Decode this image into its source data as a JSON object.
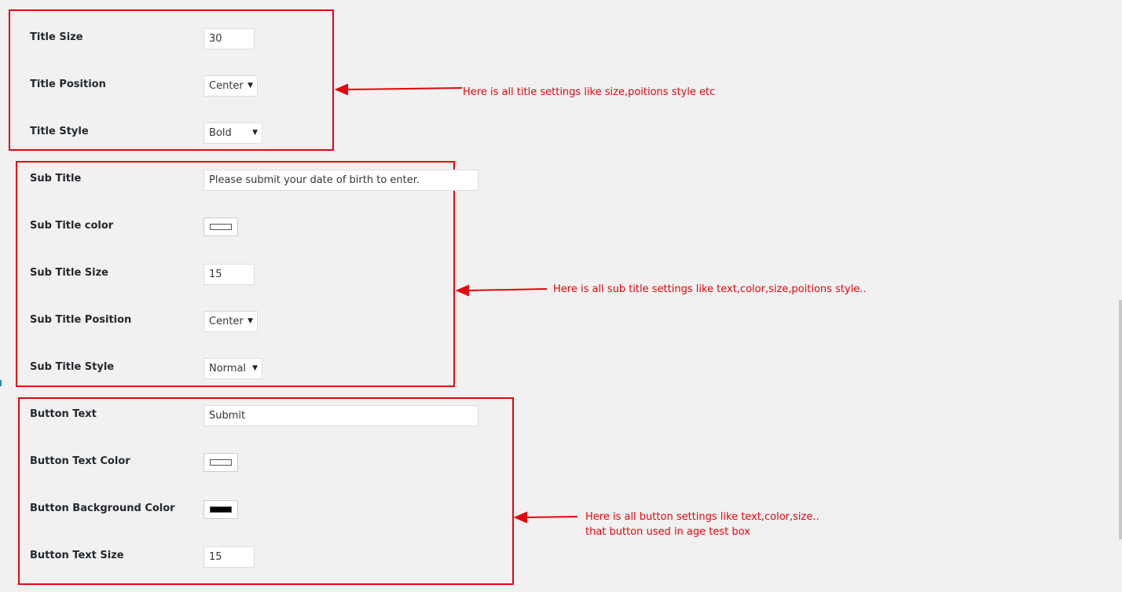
{
  "title_section": {
    "title_size": {
      "label": "Title Size",
      "value": "30"
    },
    "title_position": {
      "label": "Title Position",
      "value": "Center"
    },
    "title_style": {
      "label": "Title Style",
      "value": "Bold"
    },
    "annotation": "Here is all title settings like size,poitions style etc"
  },
  "subtitle_section": {
    "sub_title": {
      "label": "Sub Title",
      "value": "Please submit your date of birth to enter."
    },
    "sub_title_color": {
      "label": "Sub Title color",
      "swatch_color": "#ffffff"
    },
    "sub_title_size": {
      "label": "Sub Title Size",
      "value": "15"
    },
    "sub_title_position": {
      "label": "Sub Title Position",
      "value": "Center"
    },
    "sub_title_style": {
      "label": "Sub Title Style",
      "value": "Normal"
    },
    "annotation": "Here is all sub title settings like text,color,size,poitions style.."
  },
  "button_section": {
    "button_text": {
      "label": "Button Text",
      "value": "Submit"
    },
    "button_text_color": {
      "label": "Button Text Color",
      "swatch_color": "#ffffff"
    },
    "button_background_color": {
      "label": "Button Background Color",
      "swatch_color": "#000000"
    },
    "button_text_size": {
      "label": "Button Text Size",
      "value": "15"
    },
    "annotation_line1": "Here is all button settings like text,color,size..",
    "annotation_line2": "that button used in age test box"
  },
  "colors": {
    "annotation_red": "#e3050d",
    "background": "#f1f1f1"
  }
}
